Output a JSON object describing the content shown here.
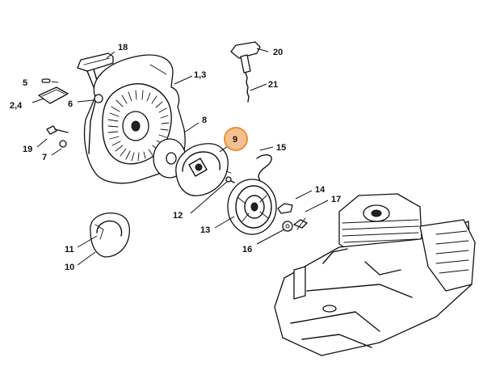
{
  "callouts": {
    "c18": "18",
    "c5": "5",
    "c24": "2,4",
    "c6": "6",
    "c13a": "1,3",
    "c20": "20",
    "c21": "21",
    "c8": "8",
    "c9": "9",
    "c19": "19",
    "c7": "7",
    "c15": "15",
    "c14": "14",
    "c17": "17",
    "c12": "12",
    "c13": "13",
    "c16": "16",
    "c11": "11",
    "c10": "10"
  },
  "highlight": {
    "callout": "9",
    "fill_color": "#f5c08f",
    "ring_color": "#e8913a"
  }
}
